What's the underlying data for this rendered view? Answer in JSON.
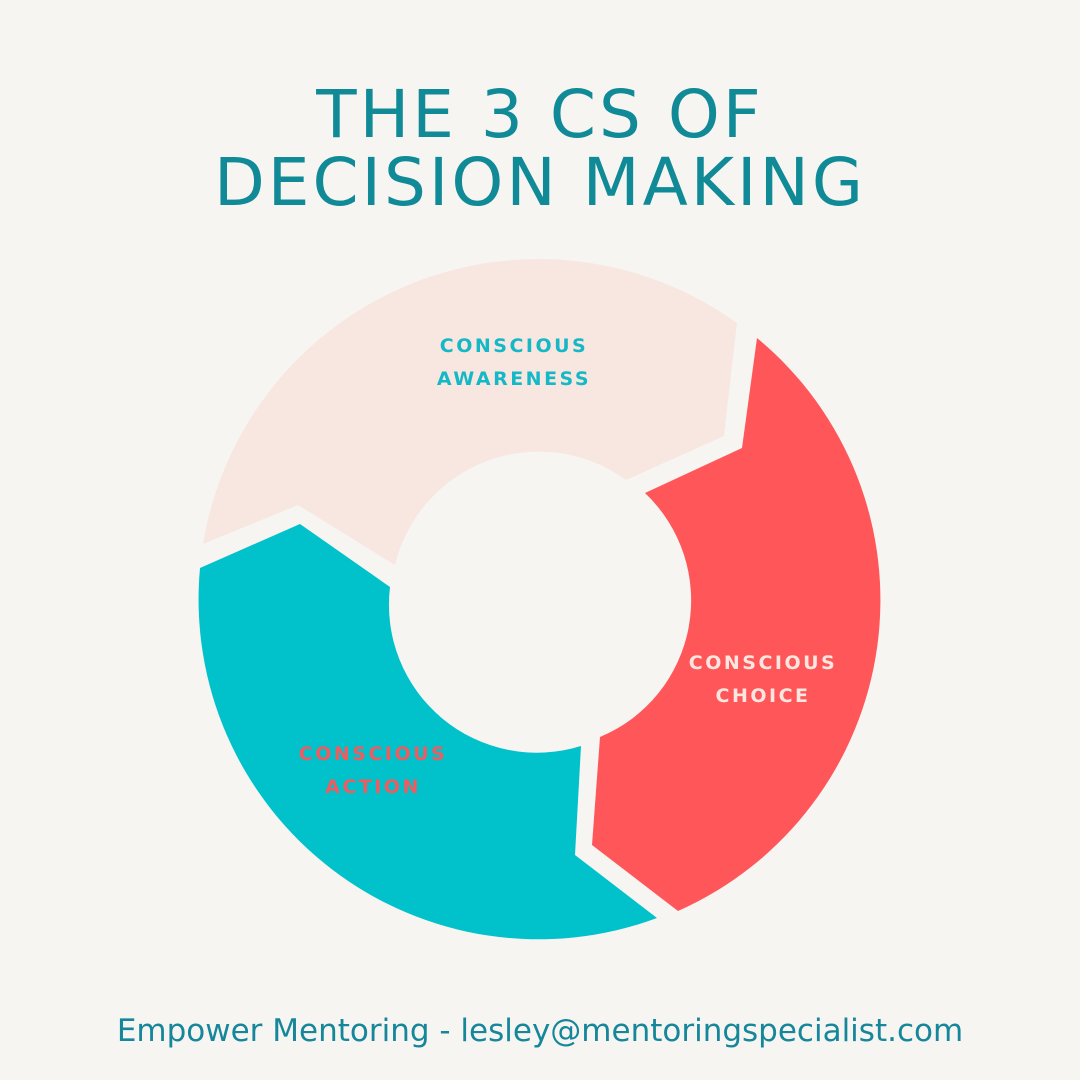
{
  "title": {
    "line1": "THE 3 CS OF",
    "line2": "DECISION MAKING"
  },
  "cycle": [
    {
      "line1": "CONSCIOUS",
      "line2": "AWARENESS",
      "color": "#f8e7e0",
      "label_color": "#14b8c6"
    },
    {
      "line1": "CONSCIOUS",
      "line2": "CHOICE",
      "color": "#ff5659",
      "label_color": "#fbe7df"
    },
    {
      "line1": "CONSCIOUS",
      "line2": "ACTION",
      "color": "#01c1cb",
      "label_color": "#ef5b5e"
    }
  ],
  "footer": {
    "text": "Empower Mentoring - lesley@mentoringspecialist.com"
  },
  "colors": {
    "background": "#f6f5f2",
    "title": "#0f8a96",
    "footer": "#16879a"
  }
}
